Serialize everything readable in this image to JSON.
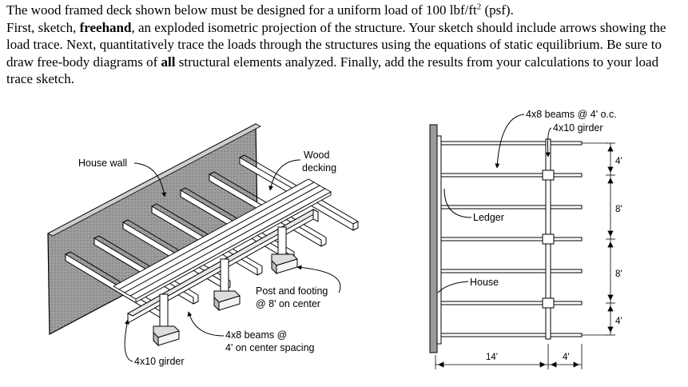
{
  "problem": {
    "s1": "The wood framed deck shown below must be designed for a uniform load of 100 lbf/ft",
    "s1_sup": "2",
    "s1_end": " (psf).",
    "s2a": "First, sketch, ",
    "s2b": "freehand",
    "s2c": ", an exploded isometric projection of the structure.  Your sketch should include arrows showing the load trace.  Next, quantitatively trace the loads through the structures using the equations of static equilibrium.  Be sure to draw free-body diagrams of ",
    "s2d": "all",
    "s2e": " structural elements analyzed.  Finally, add the results from your calculations to your load trace sketch."
  },
  "iso": {
    "house_wall": "House wall",
    "decking_1": "Wood",
    "decking_2": "decking",
    "post_1": "Post and footing",
    "post_2": "@ 8' on center",
    "beams_1": "4x8 beams @",
    "beams_2": "4' on center spacing",
    "girder": "4x10 girder"
  },
  "plan": {
    "beams": "4x8 beams @ 4' o.c.",
    "girder": "4x10 girder",
    "ledger": "Ledger",
    "house": "House",
    "dim_4_top": "4'",
    "dim_8_a": "8'",
    "dim_8_b": "8'",
    "dim_4_bot": "4'",
    "dim_14": "14'",
    "dim_4_right": "4'"
  }
}
